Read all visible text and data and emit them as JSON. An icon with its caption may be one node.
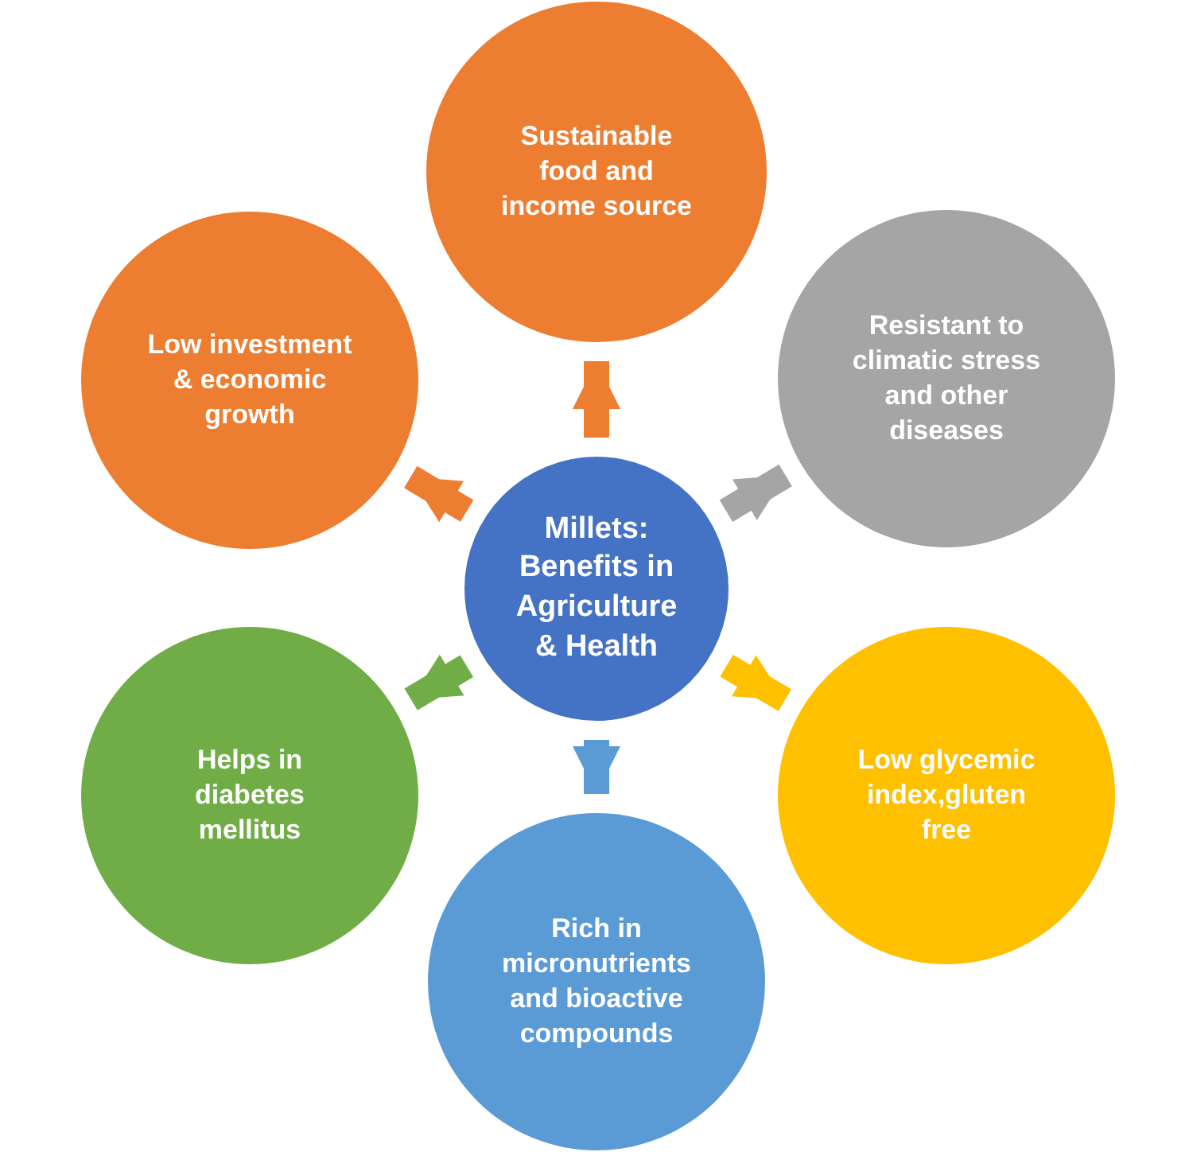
{
  "diagram": {
    "nodes": [
      {
        "text": [
          "Millets: Benefits in Agriculture & Health"
        ]
      },
      {
        "text": [
          "Sustainable food and income source"
        ]
      },
      {
        "text": [
          "Low investment & economic growth"
        ]
      },
      {
        "text": [
          "Resistant to climatic stress and other diseases"
        ]
      },
      {
        "text": [
          "Helps in diabetes mellitus"
        ]
      },
      {
        "text": [
          "Low glycemic index,gluten free"
        ]
      },
      {
        "text": [
          "Rich in micronutrients and bioactive compounds"
        ]
      }
    ],
    "edges": [
      {
        "from": 0,
        "to": 1,
        "arrow": "to",
        "color": "#ed7d31"
      },
      {
        "from": 0,
        "to": 2,
        "arrow": "to",
        "color": "#ed7d31"
      },
      {
        "from": 0,
        "to": 3,
        "arrow": "to",
        "color": "#a5a5a5"
      },
      {
        "from": 0,
        "to": 4,
        "arrow": "to",
        "color": "#70ad47"
      },
      {
        "from": 0,
        "to": 5,
        "arrow": "to",
        "color": "#ffc000"
      },
      {
        "from": 0,
        "to": 6,
        "arrow": "to",
        "color": "#5b9bd5"
      }
    ]
  }
}
